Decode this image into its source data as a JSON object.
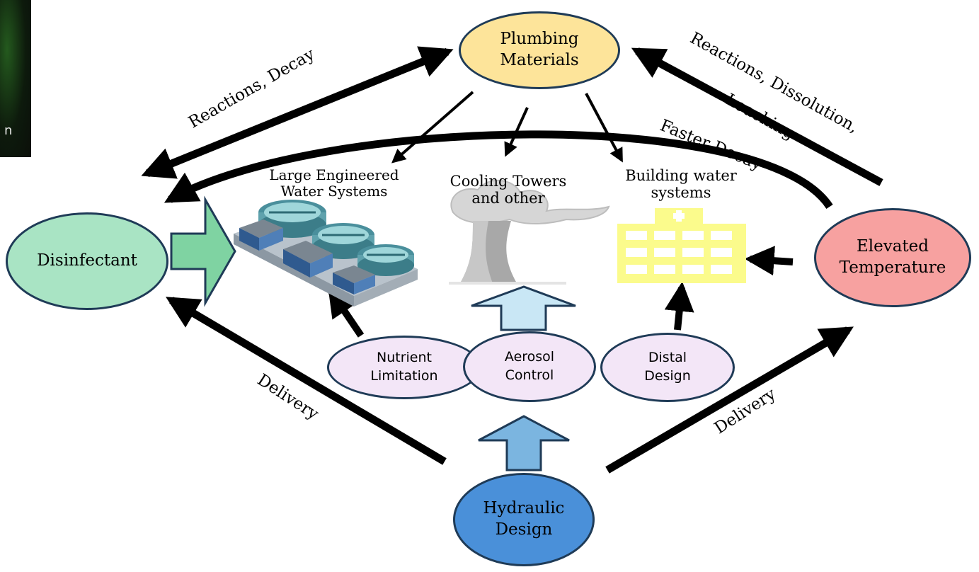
{
  "corner_text": "n",
  "nodes": {
    "plumbing": "Plumbing\nMaterials",
    "disinfectant": "Disinfectant",
    "elevated": "Elevated\nTemperature",
    "hydraulic": "Hydraulic\nDesign",
    "nutrient": "Nutrient\nLimitation",
    "aerosol": "Aerosol\nControl",
    "distal": "Distal\nDesign"
  },
  "systems": {
    "large": "Large Engineered\nWater Systems",
    "cooling": "Cooling Towers\nand other",
    "building": "Building water\nsystems"
  },
  "edges": {
    "reactions_decay": "Reactions, Decay",
    "reactions_dissolution": "Reactions, Dissolution,",
    "leaching": "Leaching",
    "faster_decay": "Faster Decay",
    "delivery_left": "Delivery",
    "delivery_right": "Delivery"
  },
  "colors": {
    "plumbing": "#fde49a",
    "disinfectant": "#a9e4c4",
    "elevated": "#f7a1a0",
    "hydraulic": "#4a90d9",
    "small_nodes": "#f3e6f7",
    "green_arrow": "#7fd3a2",
    "light_blue_arrow": "#c9e7f5",
    "mid_blue_arrow": "#7bb5e0",
    "building": "#fbfb8c"
  }
}
